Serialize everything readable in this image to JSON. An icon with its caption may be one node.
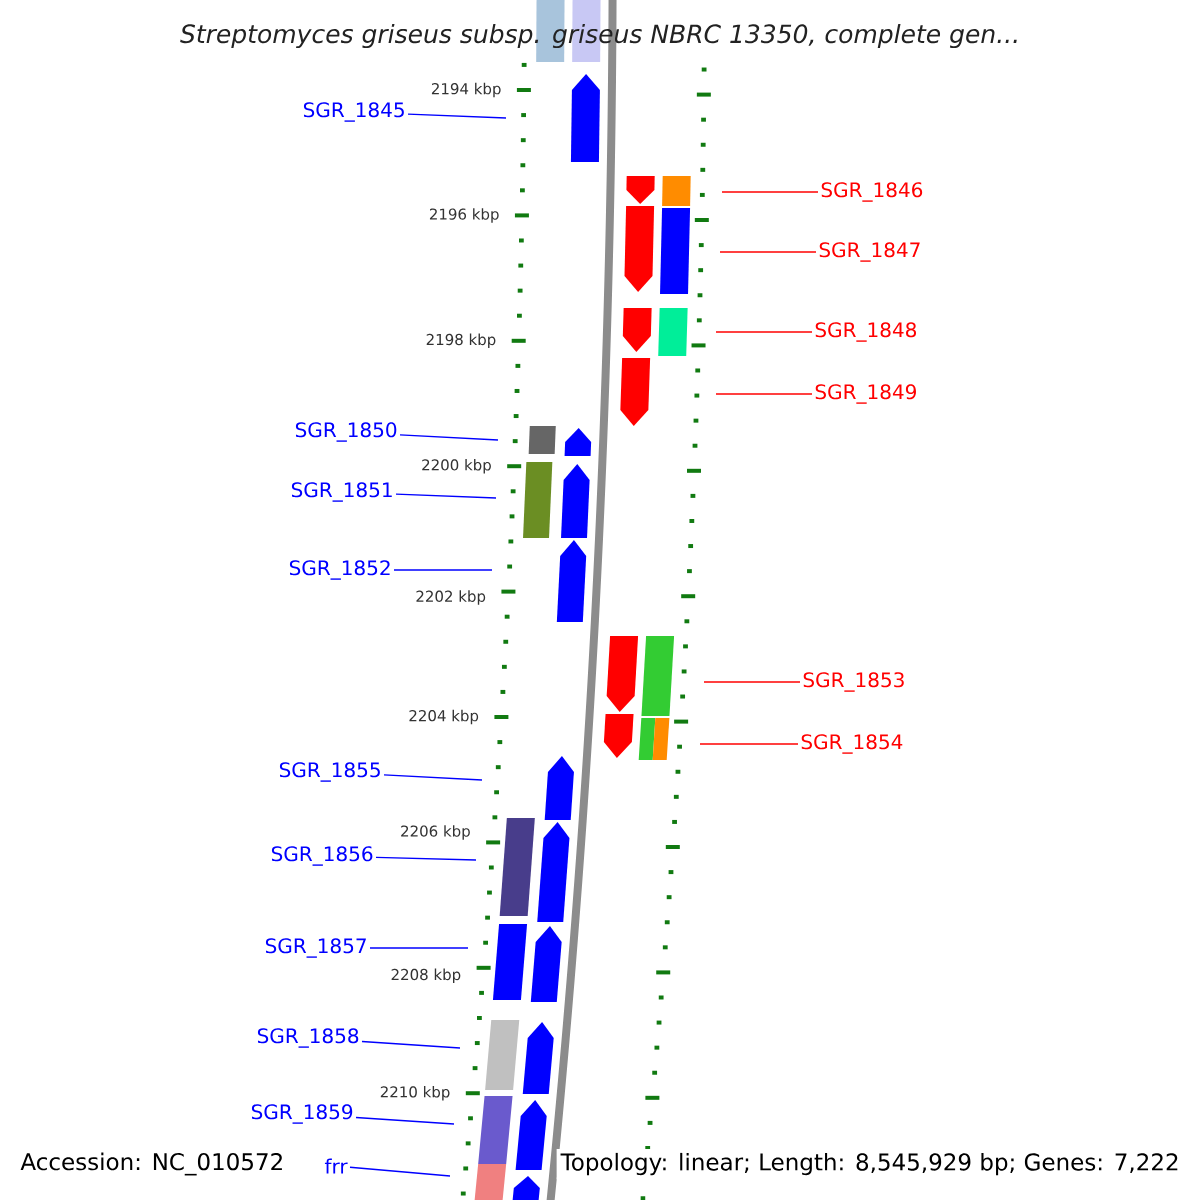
{
  "diagram": {
    "title": "Streptomyces griseus subsp. griseus NBRC 13350, complete gen...",
    "nodes": [
      {
        "text": [
          "SGR_1845"
        ]
      },
      {
        "text": [
          "SGR_1846"
        ]
      },
      {
        "text": [
          "SGR_1847"
        ]
      },
      {
        "text": [
          "SGR_1848"
        ]
      },
      {
        "text": [
          "SGR_1849"
        ]
      },
      {
        "text": [
          "SGR_1850"
        ]
      },
      {
        "text": [
          "SGR_1851"
        ]
      },
      {
        "text": [
          "SGR_1852"
        ]
      },
      {
        "text": [
          "SGR_1853"
        ]
      },
      {
        "text": [
          "SGR_1854"
        ]
      },
      {
        "text": [
          "SGR_1855"
        ]
      },
      {
        "text": [
          "SGR_1856"
        ]
      },
      {
        "text": [
          "SGR_1857"
        ]
      },
      {
        "text": [
          "SGR_1858"
        ]
      },
      {
        "text": [
          "SGR_1859"
        ]
      },
      {
        "text": [
          "frr"
        ]
      }
    ],
    "edges": [
      {
        "from": 0,
        "to": null,
        "arrow": "none"
      },
      {
        "from": 1,
        "to": null,
        "arrow": "none",
        "color": "#ff0000"
      },
      {
        "from": 2,
        "to": null,
        "arrow": "none",
        "color": "#ff0000"
      },
      {
        "from": 3,
        "to": null,
        "arrow": "none",
        "color": "#ff0000"
      },
      {
        "from": 4,
        "to": null,
        "arrow": "none",
        "color": "#ff0000"
      },
      {
        "from": 5,
        "to": null,
        "arrow": "none"
      },
      {
        "from": 6,
        "to": null,
        "arrow": "none"
      },
      {
        "from": 7,
        "to": null,
        "arrow": "none"
      },
      {
        "from": 8,
        "to": null,
        "arrow": "none",
        "color": "#ff0000"
      },
      {
        "from": 9,
        "to": null,
        "arrow": "none",
        "color": "#ff0000"
      },
      {
        "from": 10,
        "to": null,
        "arrow": "none"
      },
      {
        "from": 11,
        "to": null,
        "arrow": "none"
      },
      {
        "from": 12,
        "to": null,
        "arrow": "none"
      },
      {
        "from": 13,
        "to": null,
        "arrow": "none"
      },
      {
        "from": 14,
        "to": null,
        "arrow": "none"
      },
      {
        "from": 15,
        "to": null,
        "arrow": "none"
      }
    ],
    "labels": [
      "2194 kbp",
      "2196 kbp",
      "2198 kbp",
      "2200 kbp",
      "2202 kbp",
      "2204 kbp",
      "2206 kbp",
      "2208 kbp",
      "2210 kbp",
      "Accession: NC_010572",
      "Topology: linear; Length: 8,545,929 bp; Genes: 7,222"
    ]
  }
}
